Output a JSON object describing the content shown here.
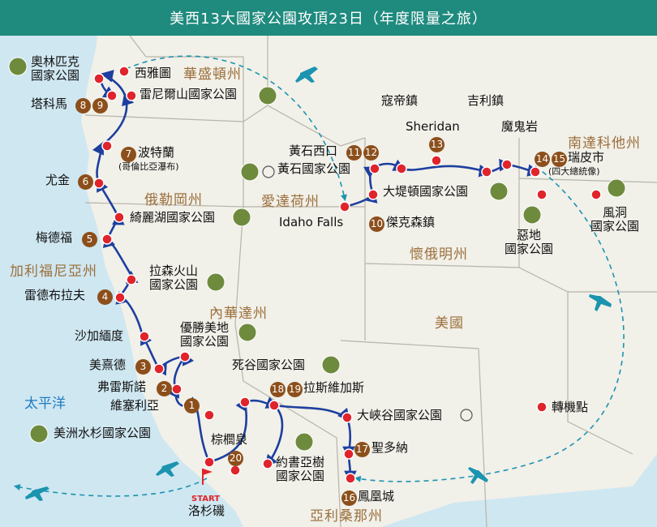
{
  "title": "美西13大國家公園攻頂23日（年度限量之旅）",
  "ocean": "太平洋",
  "states": {
    "washington": "華盛頓州",
    "oregon": "俄勒岡州",
    "california": "加利福尼亞州",
    "nevada": "內華達州",
    "utah": "愛達荷州",
    "wyoming": "懷俄明州",
    "south_dakota": "南達科他州",
    "arizona": "亞利桑那州",
    "usa": "美國"
  },
  "places": {
    "olympic": "奧林匹克\n國家公園",
    "seattle": "西雅圖",
    "tacoma": "塔科馬",
    "rainier": "雷尼爾山國家公園",
    "portland": "波特蘭",
    "columbia": "(哥倫比亞瀑布)",
    "eugene": "尤金",
    "crater": "綺麗湖國家公園",
    "medford": "梅德福",
    "lassen": "拉森火山\n國家公園",
    "redding": "雷德布拉夫",
    "sacramento": "沙加緬度",
    "yosemite": "優勝美地\n國家公園",
    "merced": "美熹德",
    "fresno": "弗雷斯諾",
    "visalia": "維塞利亞",
    "sequoia": "美洲水杉國家公園",
    "palm_springs": "棕櫚泉",
    "joshua": "約書亞樹\n國家公園",
    "death_valley": "死谷國家公園",
    "las_vegas": "拉斯維加斯",
    "grand_canyon": "大峽谷國家公園",
    "sedona": "聖多納",
    "phoenix": "鳳凰城",
    "los_angeles": "洛杉磯",
    "start": "START",
    "west_yellowstone": "黃石西口",
    "yellowstone": "黃石國家公園",
    "idaho_falls": "Idaho Falls",
    "jackson": "傑克森鎮",
    "grand_teton": "大堤頓國家公園",
    "cody": "寇帝鎮",
    "sheridan": "Sheridan",
    "gillette": "吉利鎮",
    "devils_tower": "魔鬼岩",
    "rapid_city": "瑞皮市",
    "rushmore": "(四大總統像)",
    "badlands": "惡地\n國家公園",
    "wind_cave": "風洞\n國家公園",
    "transfer": "轉機點"
  },
  "stops": {
    "s1": "1",
    "s2": "2",
    "s3": "3",
    "s4": "4",
    "s5": "5",
    "s6": "6",
    "s7": "7",
    "s8": "8",
    "s9": "9",
    "s10": "10",
    "s11": "11",
    "s12": "12",
    "s13": "13",
    "s14": "14",
    "s15": "15",
    "s16": "16",
    "s17": "17",
    "s18": "18",
    "s19": "19",
    "s20": "20"
  },
  "colors": {
    "title_bar": "#1f8a7e",
    "route": "#1d3f9e",
    "flight": "#1b94b0",
    "city_dot": "#e0242b",
    "badge": "#8c4f1b",
    "park_icon": "#6e8b3d",
    "state_label": "#9c6f3b",
    "ocean_label": "#1f7bc4"
  },
  "icons": [
    "airplane-icon",
    "national-park-icon",
    "unesco-icon",
    "start-flag-icon",
    "city-marker"
  ]
}
